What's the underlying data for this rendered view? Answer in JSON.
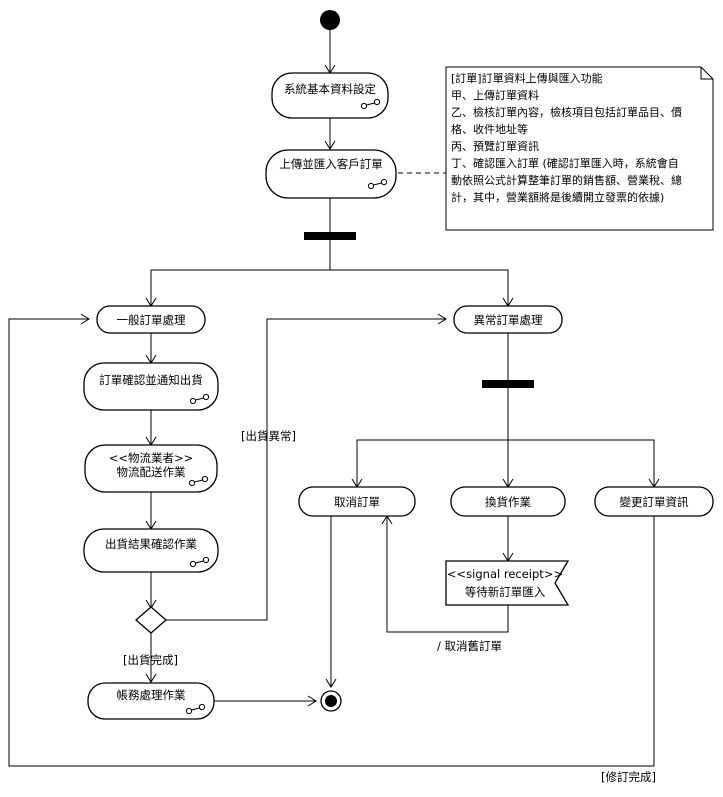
{
  "activities": {
    "system_setup": "系統基本資料設定",
    "upload_orders": "上傳並匯入客戶訂單",
    "normal_order": "一般訂單處理",
    "confirm_notify": "訂單確認並通知出貨",
    "logistics_stereotype": "<<物流業者>>",
    "logistics_delivery": "物流配送作業",
    "shipment_confirm": "出貨結果確認作業",
    "accounting": "帳務處理作業",
    "abnormal_order": "異常訂單處理",
    "cancel_order": "取消訂單",
    "exchange": "換貨作業",
    "change_info": "變更訂單資訊"
  },
  "signal": {
    "stereotype": "<<signal receipt>>",
    "label": "等待新訂單匯入"
  },
  "guards": {
    "ship_abnormal": "[出貨異常]",
    "ship_complete": "[出貨完成]",
    "cancel_old": "/ 取消舊訂單",
    "revise_done": "[修訂完成]"
  },
  "note": {
    "lines": [
      "[訂單]訂單資料上傳與匯入功能",
      "甲、上傳訂單資料",
      "乙、檢核訂單內容，檢核項目包括訂單品目、價",
      "格、收件地址等",
      "丙、預覽訂單資訊",
      "丁、確認匯入訂單 (確認訂單匯入時，系統會自",
      "動依照公式計算整筆訂單的銷售額、營業稅、總",
      "計，其中，營業額將是後續開立發票的依據)"
    ]
  }
}
